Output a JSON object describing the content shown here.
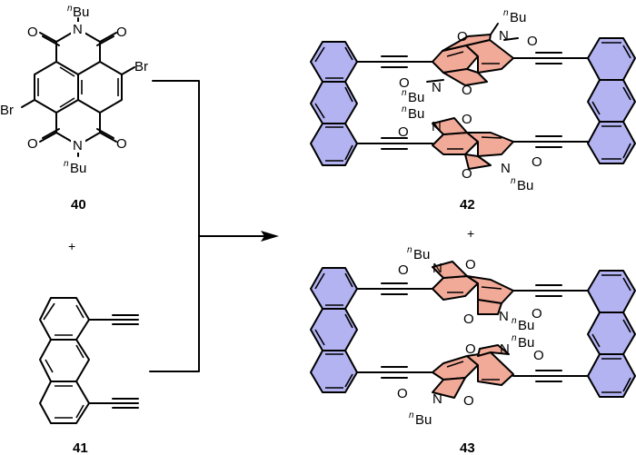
{
  "scheme": {
    "title": "",
    "reactants": [
      {
        "id": "40",
        "label": "40",
        "substituents": {
          "n_label": "N",
          "o_label": "O",
          "br_label": "Br",
          "alkyl": "Bu",
          "alkyl_prefix": "n"
        }
      },
      {
        "id": "41",
        "label": "41"
      }
    ],
    "plus_sign": "+",
    "products": [
      {
        "id": "42",
        "label": "42"
      },
      {
        "id": "43",
        "label": "43"
      }
    ],
    "colors": {
      "anthracene_fill": "#b3b3f2",
      "ndi_fill": "#f2aa98",
      "bond": "#000000"
    }
  }
}
